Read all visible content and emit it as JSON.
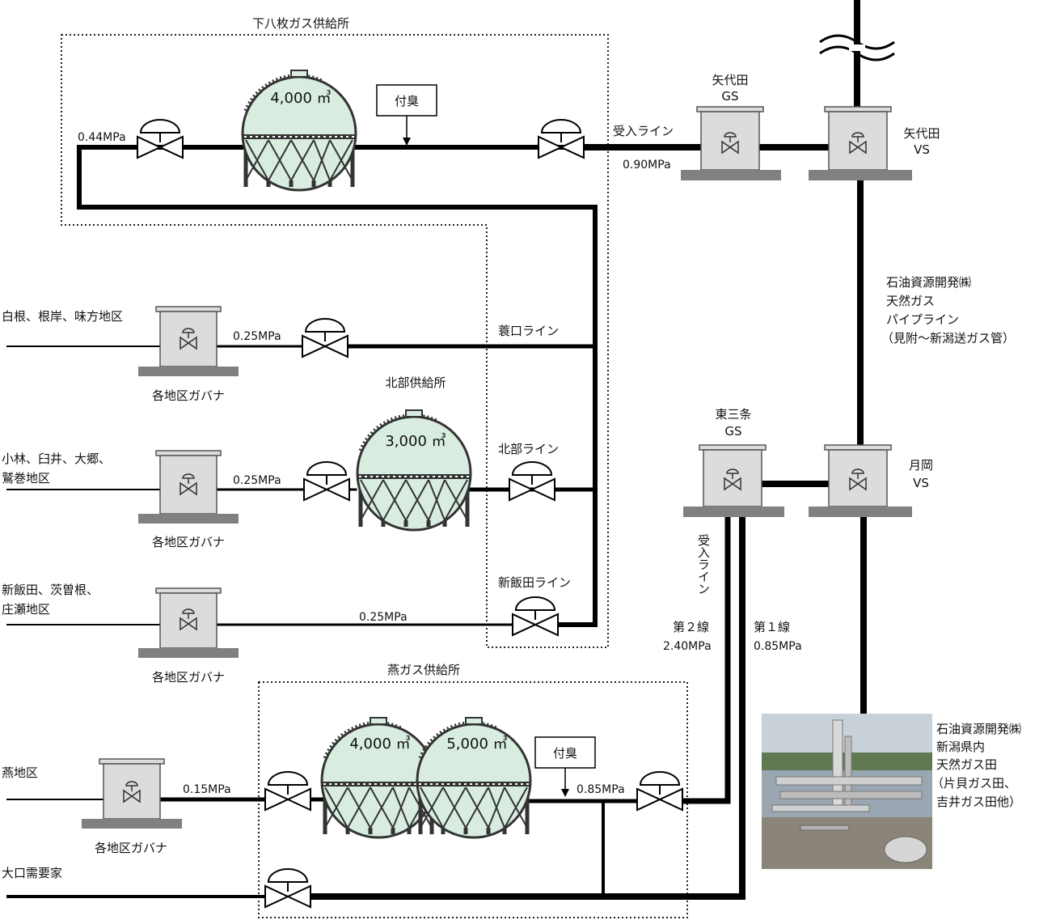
{
  "colors": {
    "pipe": "#000000",
    "station_fill": "#dcdcdc",
    "station_base": "#808080",
    "tank_fill": "#d8ede0",
    "dotted_border": "#222222"
  },
  "icons": [
    "valve-icon",
    "governor-icon",
    "gas-holder-icon",
    "photo-gas-field"
  ],
  "zones": {
    "shimohachimai": "下八枚ガス供給所",
    "tsubame": "燕ガス供給所",
    "hokubu": "北部供給所"
  },
  "tanks": {
    "top": "4,000 ㎥",
    "hokubu": "3,000 ㎥",
    "tsubame_a": "4,000 ㎥",
    "tsubame_b": "5,000 ㎥"
  },
  "odorant": {
    "top": "付臭",
    "bottom": "付臭"
  },
  "stations": {
    "yashiroda_gs": [
      "矢代田",
      "GS"
    ],
    "yashiroda_vs": [
      "矢代田",
      "VS"
    ],
    "higashisanjo_gs": [
      "東三条",
      "GS"
    ],
    "tsukioka_vs": [
      "月岡",
      "VS"
    ]
  },
  "pipeline_label": [
    "石油資源開発㈱",
    "天然ガス",
    "パイプライン",
    "（見附～新潟送ガス管）"
  ],
  "gas_field_label": [
    "石油資源開発㈱",
    "新潟県内",
    "天然ガス田",
    "（片貝ガス田、",
    "吉井ガス田他）"
  ],
  "lines": {
    "receiving_top": "受入ライン",
    "receiving_vertical": "受入ライン",
    "mino": "蓑口ライン",
    "hokubu": "北部ライン",
    "niiiida": "新飯田ライン",
    "line2": "第２線",
    "line1": "第１線"
  },
  "pressures": {
    "p044": "0.44MPa",
    "p090": "0.90MPa",
    "p025_a": "0.25MPa",
    "p025_b": "0.25MPa",
    "p025_c": "0.25MPa",
    "p015": "0.15MPa",
    "p085_tsubame": "0.85MPa",
    "p240": "2.40MPa",
    "p085_line1": "0.85MPa"
  },
  "districts": {
    "d1": [
      "白根、根岸、味方地区"
    ],
    "d2": [
      "小林、臼井、大郷、",
      "鷲巻地区"
    ],
    "d3": [
      "新飯田、茨曽根、",
      "庄瀬地区"
    ],
    "d4": [
      "燕地区"
    ],
    "d5": [
      "大口需要家"
    ]
  },
  "governor_label": "各地区ガバナ"
}
